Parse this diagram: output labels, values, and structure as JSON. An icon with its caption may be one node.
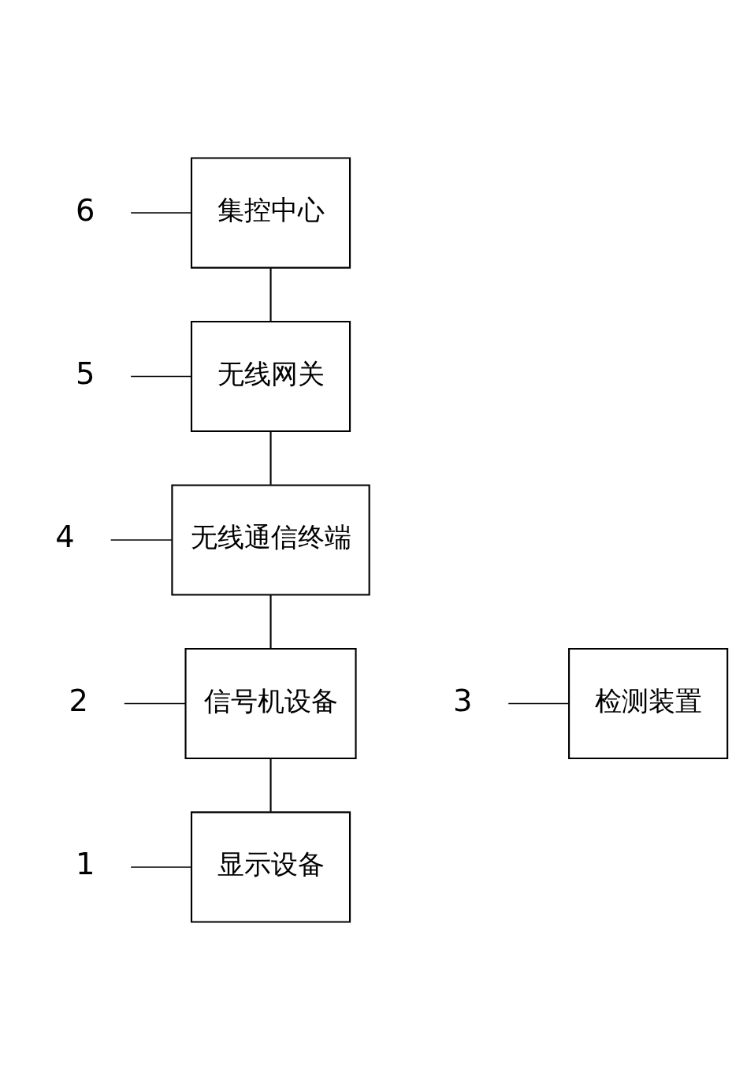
{
  "diagram": {
    "nodes": [
      {
        "text": [
          "6"
        ]
      },
      {
        "text": [
          "集控中心"
        ]
      },
      {
        "text": [
          "5"
        ]
      },
      {
        "text": [
          "无线网关"
        ]
      },
      {
        "text": [
          "4"
        ]
      },
      {
        "text": [
          "无线通信终端"
        ]
      },
      {
        "text": [
          "3"
        ]
      },
      {
        "text": [
          "检测装置"
        ]
      },
      {
        "text": [
          "2"
        ]
      },
      {
        "text": [
          "信号机设备"
        ]
      },
      {
        "text": [
          "1"
        ]
      },
      {
        "text": [
          "显示设备"
        ]
      }
    ],
    "edges": [
      {
        "from": 1,
        "to": 3,
        "arrow": "none"
      },
      {
        "from": 3,
        "to": 5,
        "arrow": "none"
      },
      {
        "from": 5,
        "to": 9,
        "arrow": "none"
      },
      {
        "from": 9,
        "to": 11,
        "arrow": "none"
      },
      {
        "from": 0,
        "to": 1,
        "arrow": "none"
      },
      {
        "from": 2,
        "to": 3,
        "arrow": "none"
      },
      {
        "from": 4,
        "to": 5,
        "arrow": "none"
      },
      {
        "from": 6,
        "to": 7,
        "arrow": "none"
      },
      {
        "from": 8,
        "to": 9,
        "arrow": "none"
      },
      {
        "from": 10,
        "to": 11,
        "arrow": "none"
      }
    ]
  }
}
